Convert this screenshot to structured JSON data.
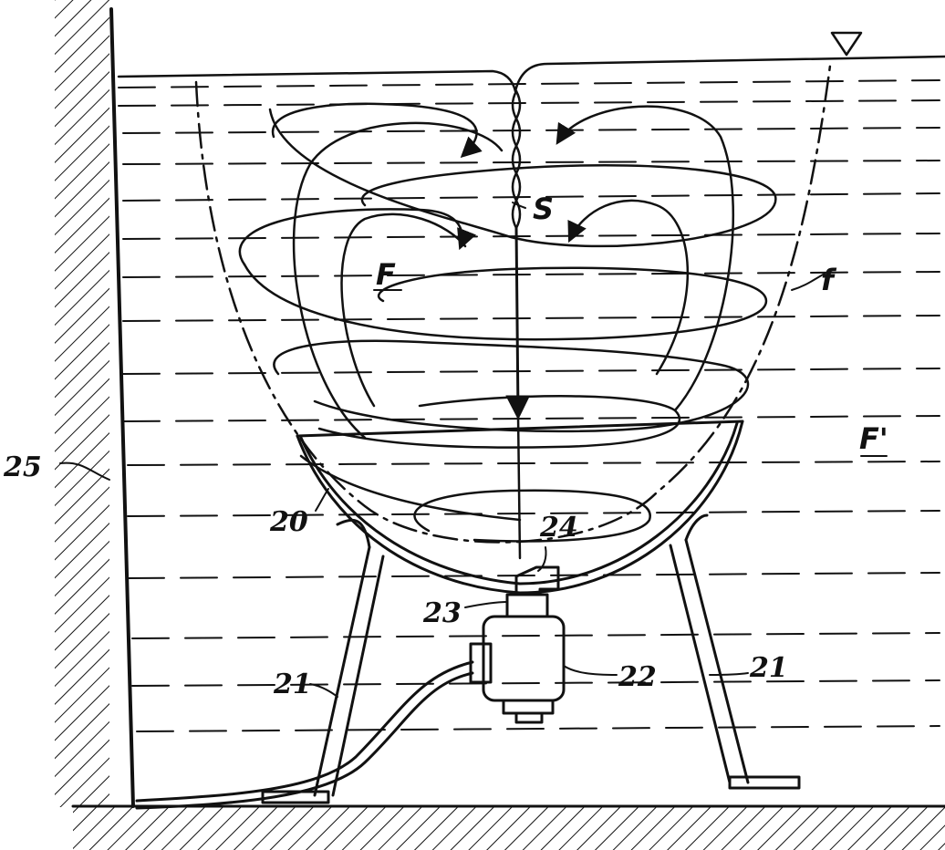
{
  "figure": {
    "labels": {
      "s": "S",
      "f_inner": "F",
      "f_outer": "F'",
      "f_curve": "f",
      "wall": "25",
      "bowl": "20",
      "leg_left": "21",
      "leg_right": "21",
      "pump": "22",
      "seal": "23",
      "nozzle": "24"
    }
  }
}
